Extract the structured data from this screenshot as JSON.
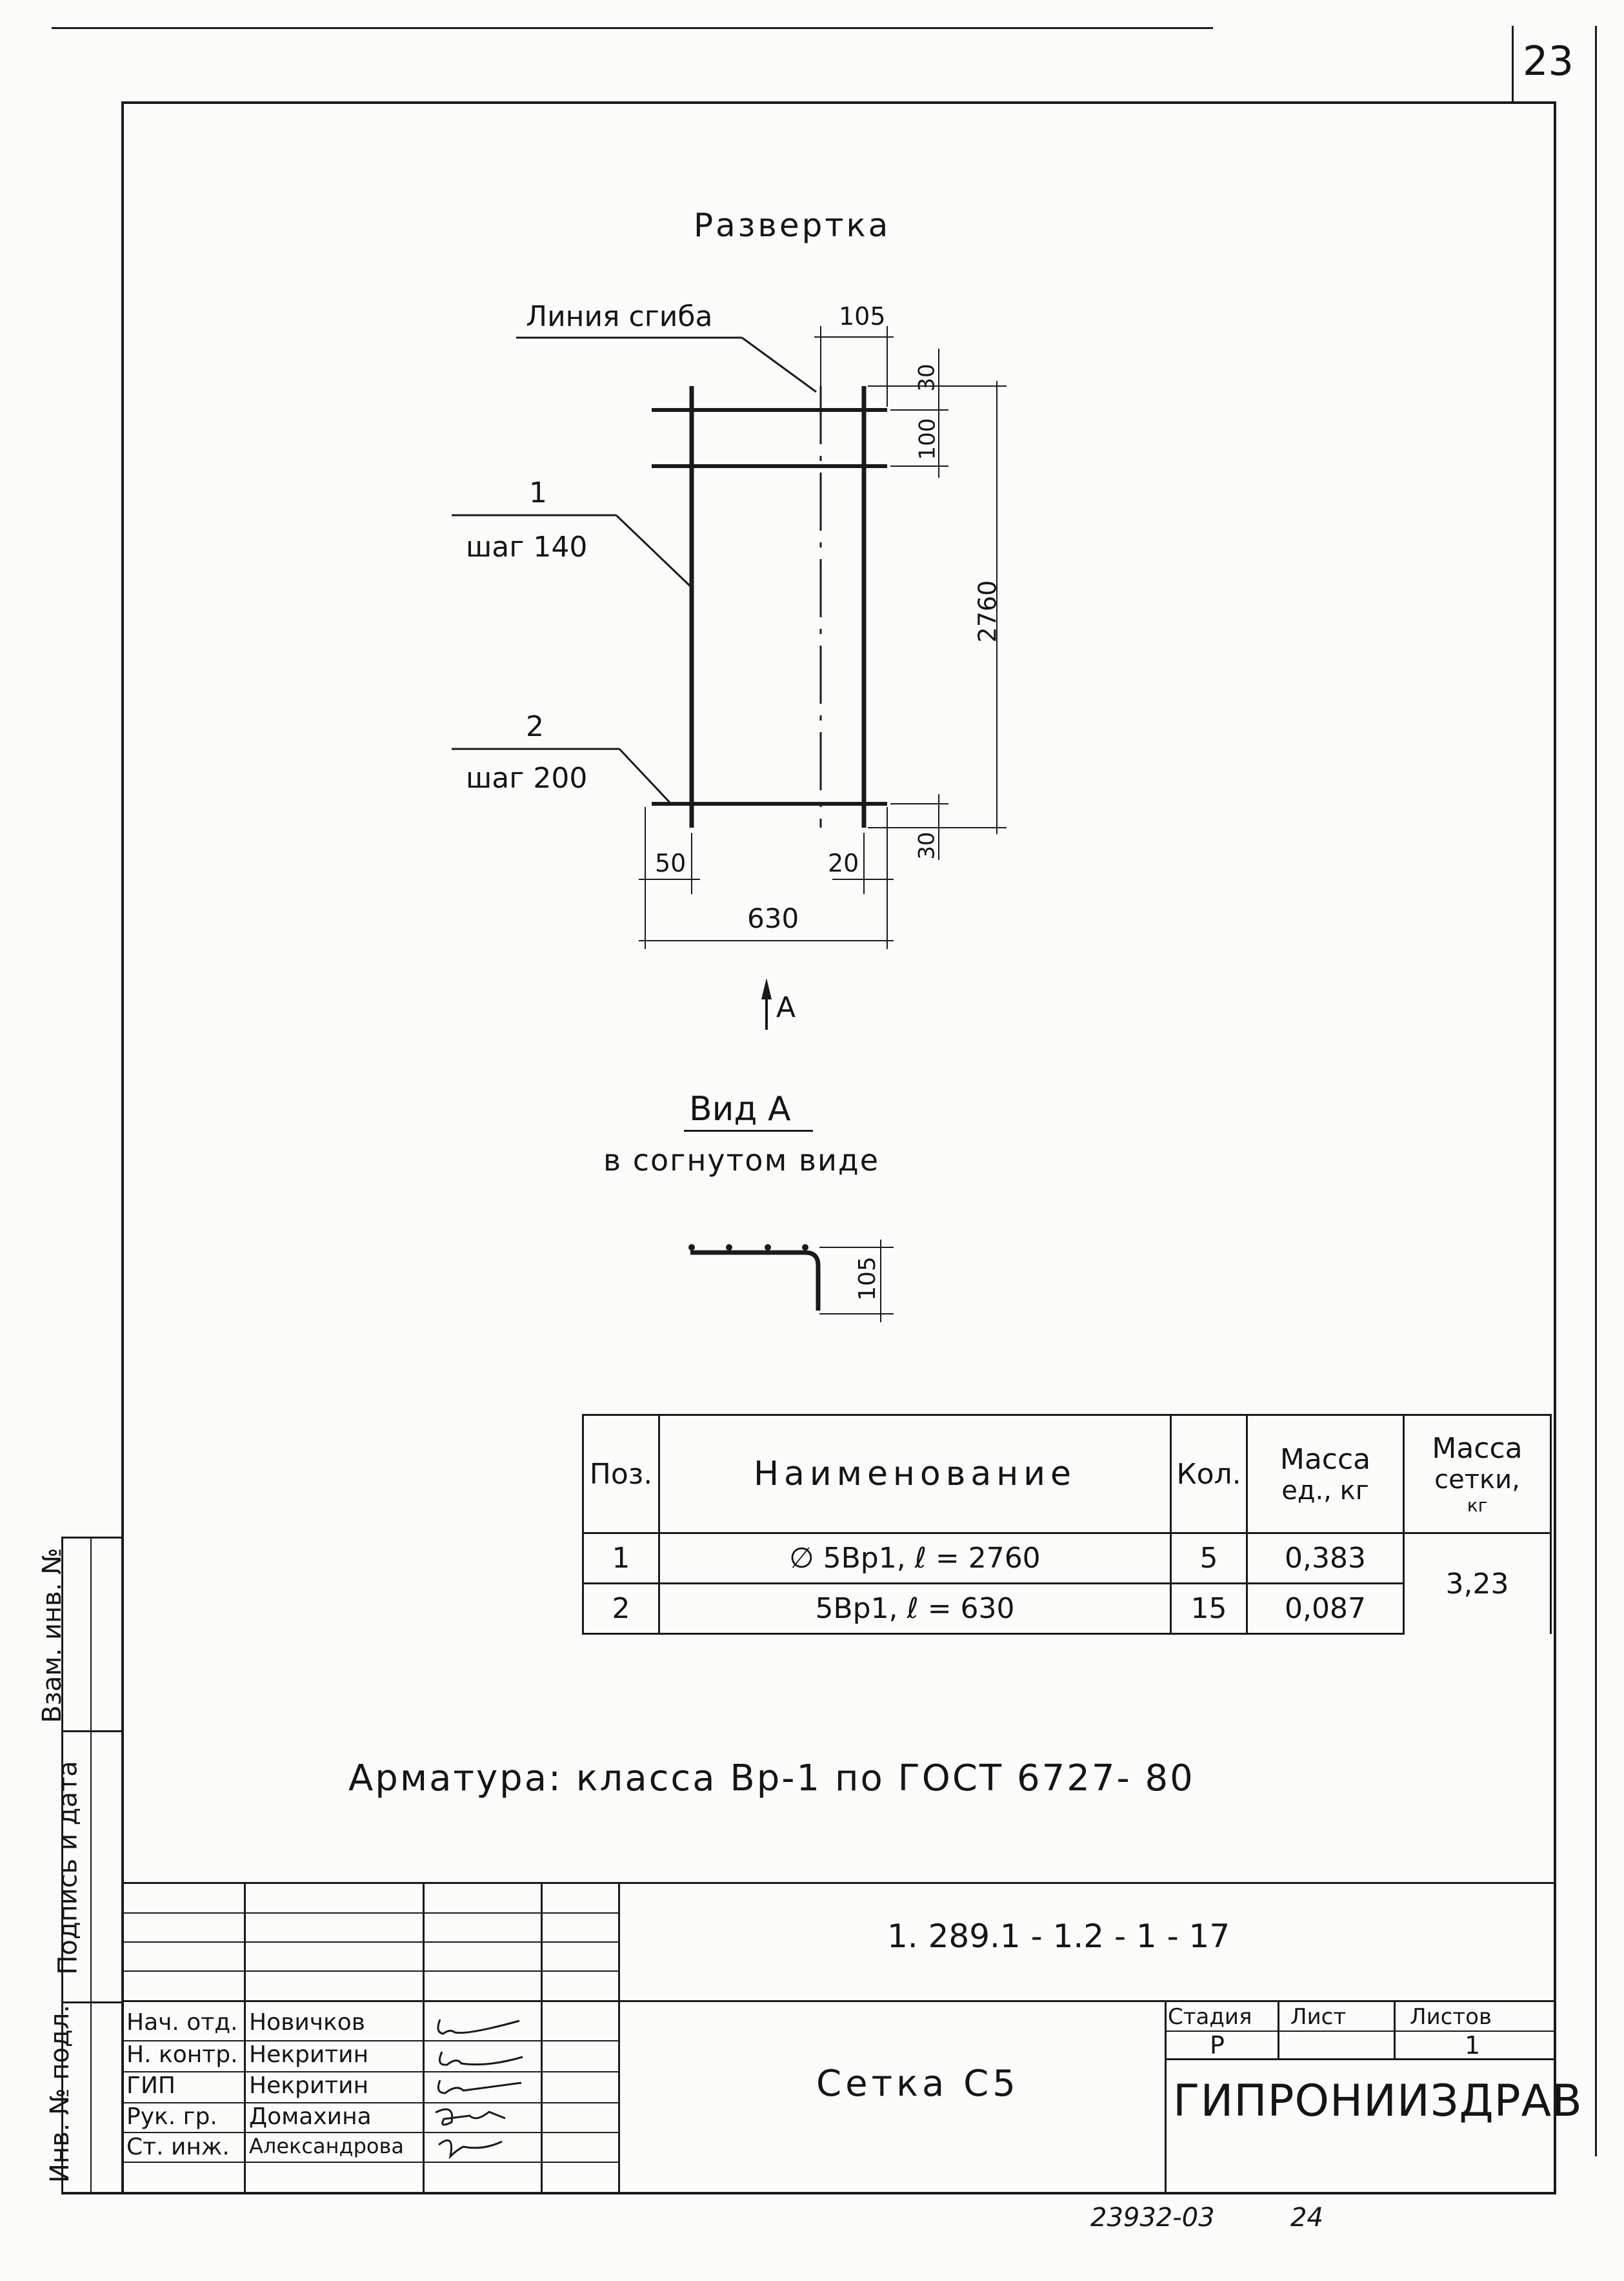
{
  "sheet_number": "23",
  "title": "Развертка",
  "drawing": {
    "bend_line_label": "Линия сгиба",
    "pos1_label": "1",
    "pos1_step": "шаг 140",
    "pos2_label": "2",
    "pos2_step": "шаг 200",
    "dim_105_top": "105",
    "dim_30_top": "30",
    "dim_100": "100",
    "dim_2760": "2760",
    "dim_30_bottom": "30",
    "dim_50": "50",
    "dim_20": "20",
    "dim_630": "630",
    "view_arrow_label": "А"
  },
  "view_a": {
    "title": "Вид А",
    "subtitle": "в согнутом виде",
    "dim_105": "105"
  },
  "spec_table": {
    "headers": {
      "pos": "Поз.",
      "name": "Наименование",
      "qty": "Кол.",
      "unit_mass_line1": "Масса",
      "unit_mass_line2": "ед., кг",
      "mesh_mass_line1": "Масса",
      "mesh_mass_line2": "сетки,",
      "mesh_mass_line3": "кг"
    },
    "rows": [
      {
        "pos": "1",
        "name": "∅ 5Вр1, ℓ = 2760",
        "qty": "5",
        "unit_mass": "0,383"
      },
      {
        "pos": "2",
        "name": "5Вр1, ℓ = 630",
        "qty": "15",
        "unit_mass": "0,087"
      }
    ],
    "mesh_mass": "3,23"
  },
  "note": "Арматура: класса Вр-1 по ГОСТ 6727- 80",
  "side_stamp": {
    "vzam_inv": "Взам. инв. №",
    "podpis_data": "Подпись и дата",
    "inv_podl": "Инв. № подл."
  },
  "title_block": {
    "doc_code": "1. 289.1 - 1.2 - 1 - 17",
    "sheet_title": "Сетка С5",
    "roles": [
      "Нач. отд.",
      "Н. контр.",
      "ГИП",
      "Рук. гр.",
      "Ст. инж."
    ],
    "names": [
      "Новичков",
      "Некритин",
      "Некритин",
      "Домахина",
      "Александрова"
    ],
    "stage_header": "Стадия",
    "sheet_header": "Лист",
    "sheets_header": "Листов",
    "stage_value": "Р",
    "sheet_value": "",
    "sheets_value": "1",
    "organization": "ГИПРОНИИЗДРАВ"
  },
  "footer_number": "23932-03",
  "footer_page": "24"
}
